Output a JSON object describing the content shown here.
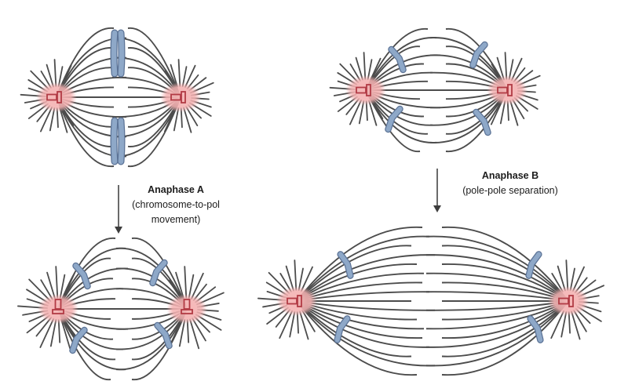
{
  "diagram": {
    "anaphase_a": {
      "heading": "Anaphase A",
      "description_line1": "(chromosome-to-pol",
      "description_line2": "movement)"
    },
    "anaphase_b": {
      "heading": "Anaphase B",
      "description_line1": "(pole-pole separation)"
    },
    "colors": {
      "microtubule": "#4c4c4c",
      "chromosome_fill": "#8ea8c8",
      "chromosome_outline": "#5c7396",
      "pole_halo": "#f1a6a6",
      "centriole": "#b23b45",
      "arrow": "#555555"
    },
    "panels": [
      {
        "stage": "metaphase",
        "chromosome_state": "aligned sister chromatids at equator"
      },
      {
        "stage": "anaphase A",
        "chromosome_state": "separated chromatids near poles"
      },
      {
        "stage": "early anaphase B",
        "chromosome_state": "separated chromatids near poles"
      },
      {
        "stage": "late anaphase B",
        "chromosome_state": "separated chromatids near elongated poles"
      }
    ]
  }
}
